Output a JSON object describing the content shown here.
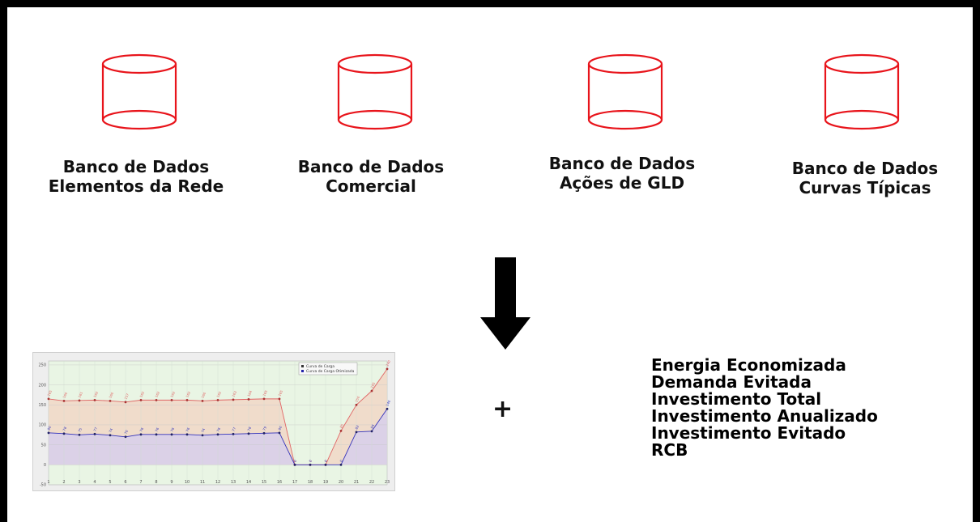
{
  "databases": [
    {
      "line1": "Banco de Dados",
      "line2": "Elementos da Rede",
      "icon": "database-cylinder-icon"
    },
    {
      "line1": "Banco de Dados",
      "line2": "Comercial",
      "icon": "database-cylinder-icon"
    },
    {
      "line1": "Banco de Dados",
      "line2": "Ações de GLD",
      "icon": "database-cylinder-icon"
    },
    {
      "line1": "Banco de Dados",
      "line2": "Curvas Típicas",
      "icon": "database-cylinder-icon"
    }
  ],
  "flow_arrow_icon": "down-arrow-icon",
  "plus_sign": "+",
  "results": [
    "Energia Economizada",
    "Demanda Evitada",
    "Investimento Total",
    "Investimento Anualizado",
    "Investimento Evitado",
    "RCB"
  ],
  "colors": {
    "database_stroke": "#e8141b",
    "series_top": "#e06666",
    "series_bottom": "#3333bb",
    "plot_bg_top": "#e9f5e4",
    "plot_bg_low": "#d9d0e8"
  },
  "chart_data": {
    "type": "line",
    "title": "",
    "xlabel": "",
    "ylabel": "",
    "x": [
      1,
      2,
      3,
      4,
      5,
      6,
      7,
      8,
      9,
      10,
      11,
      12,
      13,
      14,
      15,
      16,
      17,
      18,
      19,
      20,
      21,
      22,
      23
    ],
    "x_ticks": [
      "1",
      "2",
      "3",
      "4",
      "5",
      "6",
      "7",
      "8",
      "9",
      "10",
      "11",
      "12",
      "13",
      "14",
      "15",
      "16",
      "17",
      "18",
      "19",
      "20",
      "21",
      "22",
      "23"
    ],
    "y_ticks": [
      "-50",
      "0",
      "50",
      "100",
      "150",
      "200",
      "250"
    ],
    "ylim": [
      -50,
      260
    ],
    "legend_placement": "top-right",
    "series": [
      {
        "name": "Curva de Carga",
        "values": [
          165,
          160,
          161,
          162,
          160,
          157,
          162,
          162,
          162,
          162,
          160,
          162,
          163,
          164,
          165,
          165,
          0,
          0,
          0,
          85,
          150,
          185,
          240
        ]
      },
      {
        "name": "Curva de Carga Otimizada",
        "values": [
          80,
          78,
          75,
          77,
          74,
          70,
          76,
          76,
          76,
          76,
          74,
          76,
          77,
          78,
          79,
          80,
          0,
          0,
          0,
          0,
          82,
          84,
          140
        ]
      }
    ]
  }
}
